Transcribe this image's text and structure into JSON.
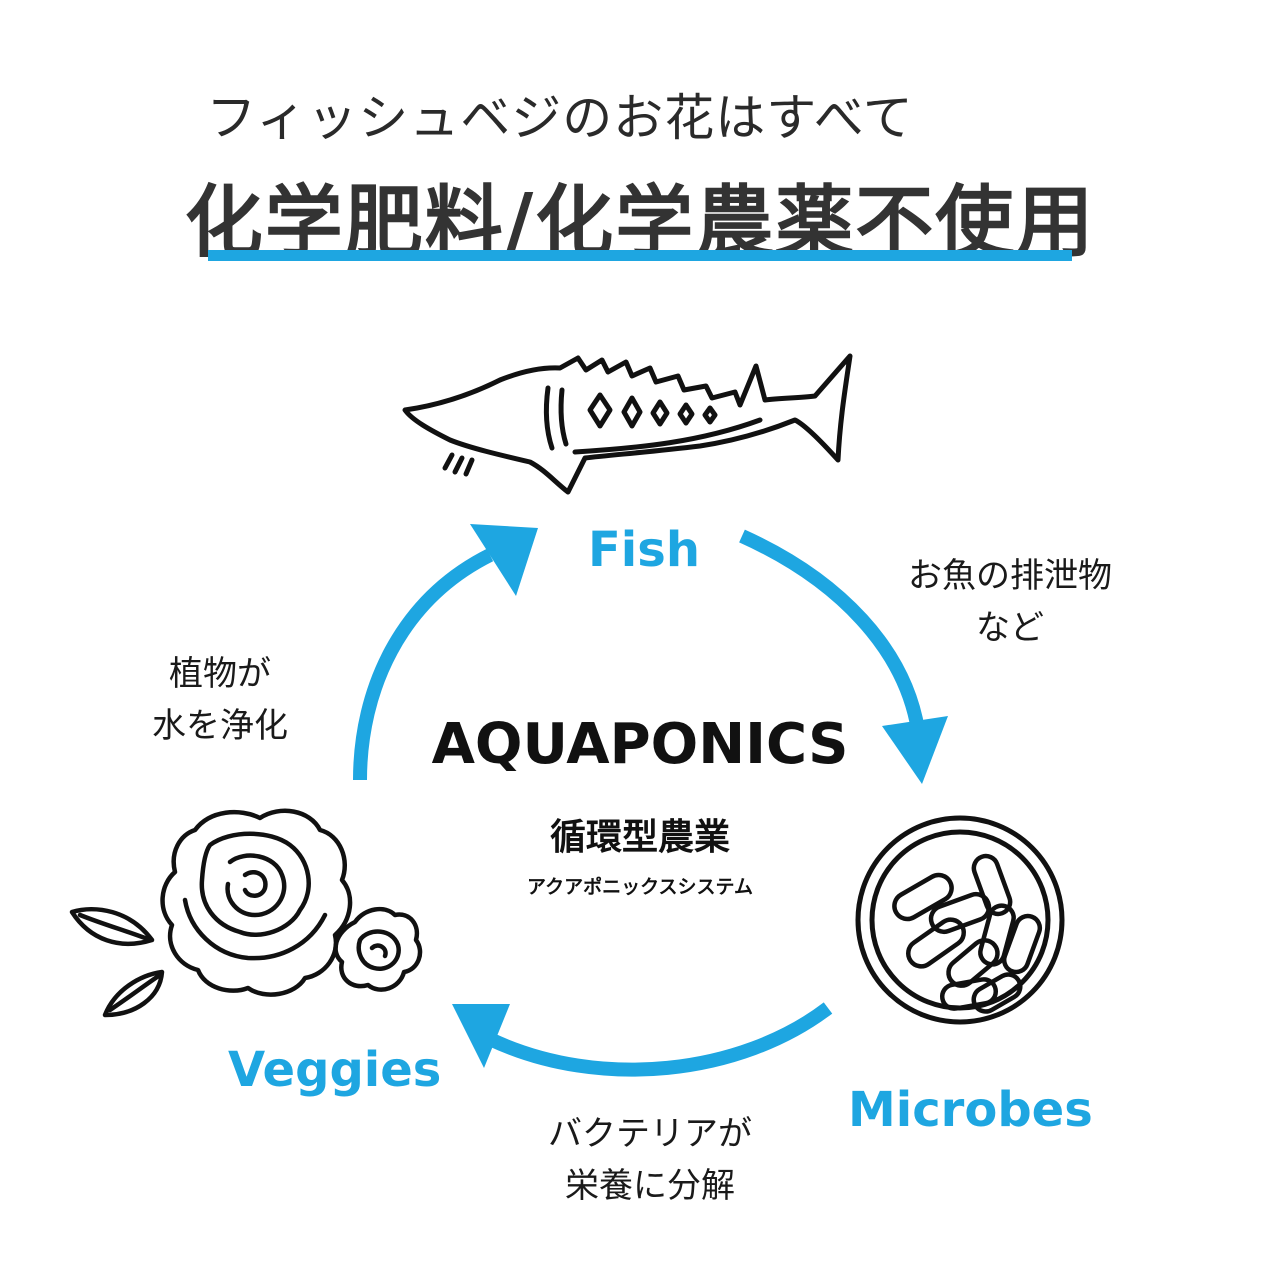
{
  "header": {
    "subtitle": "フィッシュベジのお花はすべて",
    "title": "化学肥料/化学農薬不使用"
  },
  "cycle": {
    "fish_label": "Fish",
    "microbes_label": "Microbes",
    "veggies_label": "Veggies",
    "fish_to_microbes": [
      "お魚の排泄物",
      "など"
    ],
    "microbes_to_veggies": [
      "バクテリアが",
      "栄養に分解"
    ],
    "veggies_to_fish": [
      "植物が",
      "水を浄化"
    ]
  },
  "center": {
    "title": "AQUAPONICS",
    "subtitle": "循環型農業",
    "small": "アクアポニックスシステム"
  },
  "colors": {
    "accent": "#1ea6e1",
    "text": "#222222",
    "icon_stroke": "#111111"
  },
  "icons": {
    "fish": "sturgeon-icon",
    "microbes": "bacteria-dish-icon",
    "veggies": "flower-icon"
  }
}
